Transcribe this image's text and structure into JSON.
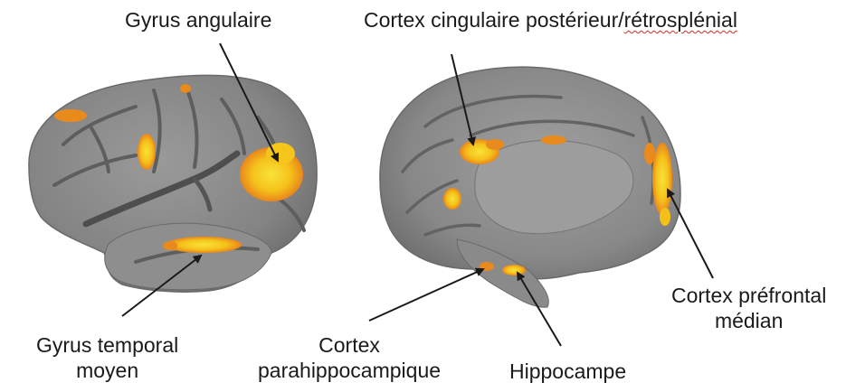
{
  "labels": {
    "angular_gyrus": "Gyrus angulaire",
    "posterior_cingulate_prefix": "Cortex cingulaire postérieur/",
    "posterior_cingulate_spellflag": "rétrosplénial",
    "middle_temporal_line1": "Gyrus temporal",
    "middle_temporal_line2": "moyen",
    "parahippocampal_line1": "Cortex",
    "parahippocampal_line2": "parahippocampique",
    "hippocampus": "Hippocampe",
    "medial_prefrontal_line1": "Cortex préfrontal",
    "medial_prefrontal_line2": "médian"
  },
  "colors": {
    "brain_fill": "#8c8c8c",
    "brain_shade": "#6e6e6e",
    "sulcus": "#5a5a5a",
    "activation_orange": "#e98a1c",
    "activation_yellow": "#f7d21a",
    "arrow": "#1a1a1a",
    "spellcheck_underline": "#d42a2a"
  }
}
